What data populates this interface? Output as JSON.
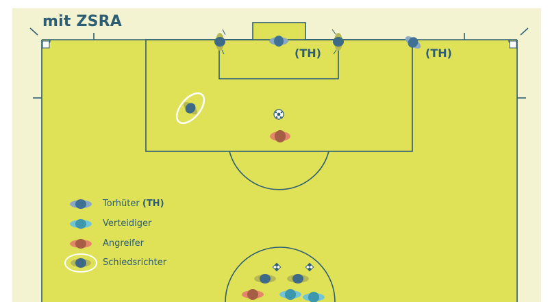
{
  "title": "mit ZSRA",
  "goalkeeper_tag": "(TH)",
  "legend": {
    "goalkeeper_label": "Torhüter",
    "goalkeeper_abbr": "(TH)",
    "defender_label": "Verteidiger",
    "attacker_label": "Angreifer",
    "referee_label": "Schiedsrichter"
  },
  "colors": {
    "background": "#f3f3d2",
    "pitch": "#dfe257",
    "lines": "#2d5e73",
    "goalkeeper": "#3f7194",
    "goalkeeper_side": "#8aa8c4",
    "defender": "#3d97ad",
    "defender_side": "#73c5d6",
    "attacker": "#a65f44",
    "attacker_side": "#e3866a",
    "referee": "#3f6a86",
    "assistant_referee_side": "#b6b855",
    "flag": "#2d5e73"
  },
  "icons": [
    "ball-icon",
    "corner-flag-icon",
    "linesman-flag-icon"
  ]
}
